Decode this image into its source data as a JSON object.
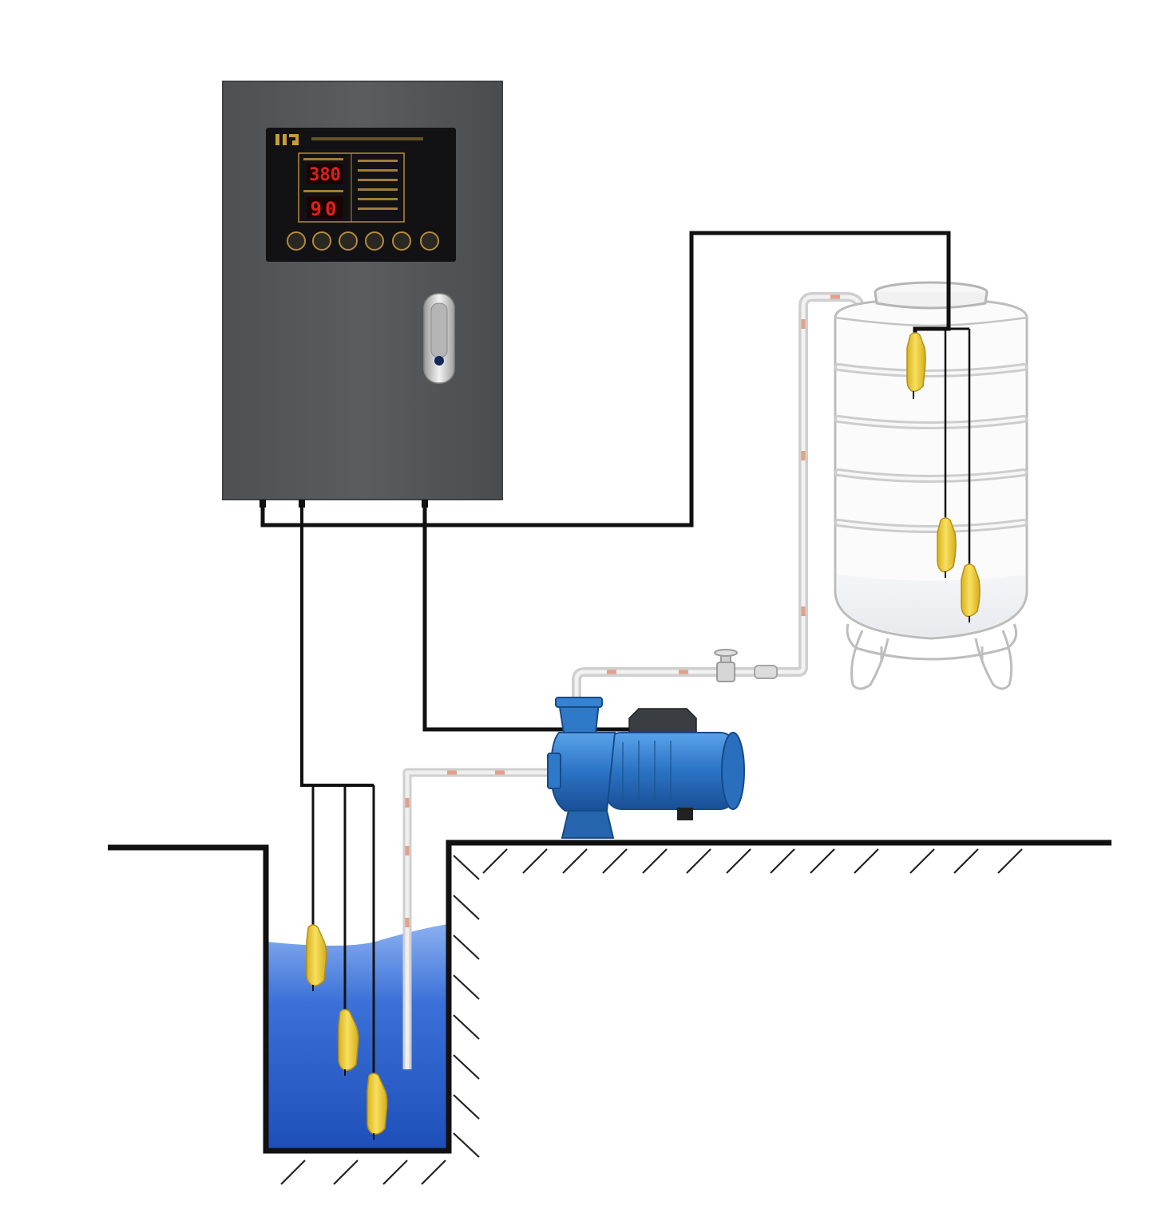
{
  "colors": {
    "background": "#ffffff",
    "cabinet": "#545659",
    "cabinet_edge": "#45474a",
    "panel": "#121214",
    "panel_gold": "#b48a3a",
    "display_red": "#e0201c",
    "wire": "#111111",
    "pipe": "#d7d7d7",
    "pipe_accent": "#e3a08a",
    "water": "#2f62c9",
    "float": "#f3d43a",
    "pump": "#2b73c4",
    "tank_line": "#b9b9b9",
    "ground": "#111111"
  },
  "control_panel": {
    "display_top": "380",
    "display_bottom": "90",
    "button_count": 6
  },
  "icons": {
    "control_cabinet": "control-cabinet-icon",
    "pump": "centrifugal-pump-icon",
    "tank": "storage-tank-icon",
    "float_switch": "float-switch-icon",
    "valve": "gate-valve-icon"
  },
  "well_float_count": 3,
  "tank_float_count": 3
}
